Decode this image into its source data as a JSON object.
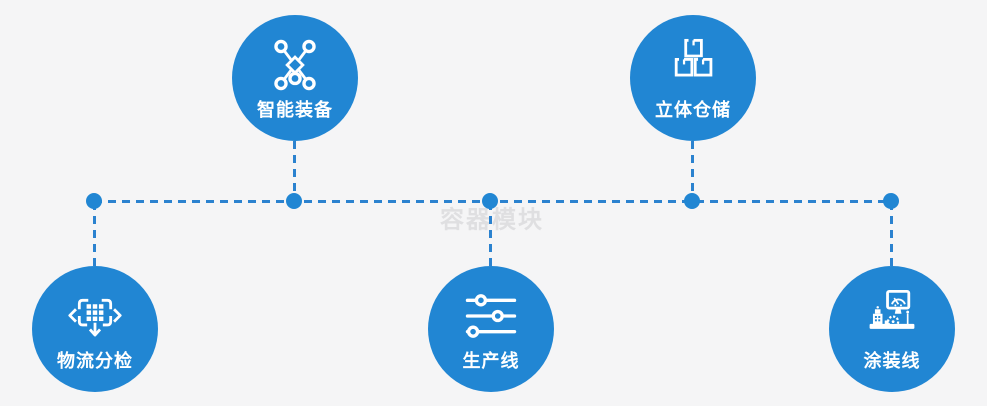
{
  "colors": {
    "background": "#f5f5f6",
    "circle": "#2186d3",
    "line": "#2b82cf",
    "dot": "#2186d3",
    "label": "#ffffff",
    "watermark": "#dfdfe1"
  },
  "watermark": {
    "text": "容器模块"
  },
  "nodes": [
    {
      "label": "智能装备",
      "icon": "network-nodes-icon",
      "row": "top"
    },
    {
      "label": "立体仓储",
      "icon": "stacked-boxes-icon",
      "row": "top"
    },
    {
      "label": "物流分检",
      "icon": "sorting-arrows-icon",
      "row": "bottom"
    },
    {
      "label": "生产线",
      "icon": "sliders-icon",
      "row": "bottom"
    },
    {
      "label": "涂装线",
      "icon": "machine-monitor-icon",
      "row": "bottom"
    }
  ]
}
